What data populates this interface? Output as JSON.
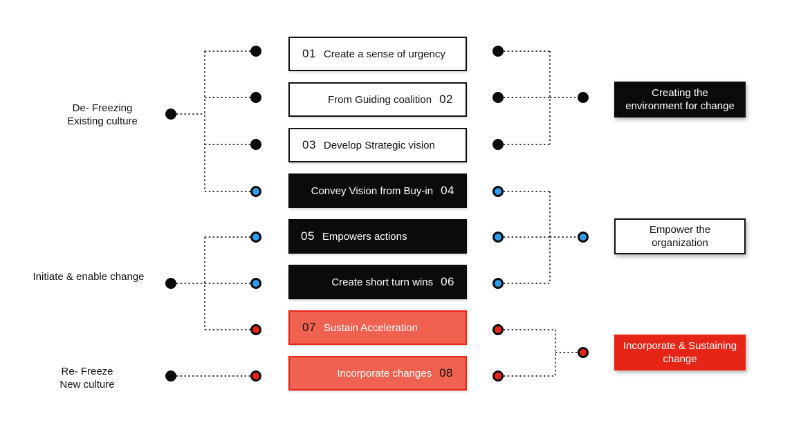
{
  "colors": {
    "black": "#0b0b0b",
    "blue": "#2f9cec",
    "red": "#e72517",
    "salmon": "#f0614f",
    "line": "#222222"
  },
  "phases": [
    {
      "lines": [
        "De- Freezing",
        "Existing culture"
      ]
    },
    {
      "lines": [
        "Initiate & enable change"
      ]
    },
    {
      "lines": [
        "Re- Freeze",
        "New culture"
      ]
    }
  ],
  "steps": [
    {
      "number": "01",
      "label": "Create a sense of urgency",
      "style": "white"
    },
    {
      "number": "02",
      "label": "From Guiding coalition",
      "style": "white"
    },
    {
      "number": "03",
      "label": "Develop Strategic vision",
      "style": "white"
    },
    {
      "number": "04",
      "label": "Convey Vision from Buy-in",
      "style": "black"
    },
    {
      "number": "05",
      "label": "Empowers actions",
      "style": "black"
    },
    {
      "number": "06",
      "label": "Create short turn wins",
      "style": "black"
    },
    {
      "number": "07",
      "label": "Sustain Acceleration",
      "style": "salmon"
    },
    {
      "number": "08",
      "label": "Incorporate changes",
      "style": "salmon"
    }
  ],
  "outcomes": [
    {
      "lines": [
        "Creating the",
        "environment for change"
      ],
      "style": "black"
    },
    {
      "lines": [
        "Empower the",
        "organization"
      ],
      "style": "white"
    },
    {
      "lines": [
        "Incorporate & Sustaining",
        "change"
      ],
      "style": "red"
    }
  ],
  "dots": {
    "left_column": [
      "black",
      "black",
      "black",
      "blue",
      "blue",
      "blue",
      "red",
      "red"
    ],
    "right_column": [
      "black",
      "black",
      "black",
      "blue",
      "blue",
      "blue",
      "red",
      "red"
    ],
    "phase_hubs": [
      "black",
      "black",
      "black"
    ],
    "outcome_hubs": [
      "black",
      "blue",
      "red"
    ]
  }
}
